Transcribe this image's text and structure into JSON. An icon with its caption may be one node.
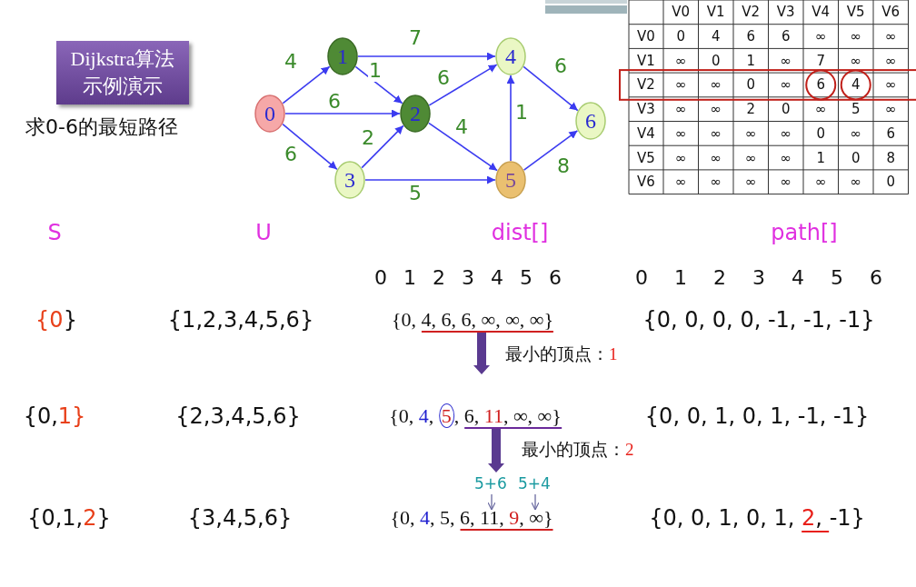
{
  "diagram": {
    "nodes": [
      {
        "text": [
          "Dijkstra算法示例演示"
        ]
      },
      {
        "text": [
          "0"
        ]
      },
      {
        "text": [
          "1"
        ]
      },
      {
        "text": [
          "2"
        ]
      },
      {
        "text": [
          "3"
        ]
      },
      {
        "text": [
          "4"
        ]
      },
      {
        "text": [
          "5"
        ]
      },
      {
        "text": [
          "6"
        ]
      },
      {
        "text": [
          "5+6"
        ]
      },
      {
        "text": [
          "5+4"
        ]
      },
      {
        "text": [
          "{0, 4, 6, 6, ∞, ∞, ∞}"
        ]
      },
      {
        "text": [
          "{0, 4, 5, 6, 11, ∞, ∞}"
        ]
      },
      {
        "text": [
          "{0, 4, 5, 6, 11, 9, ∞}"
        ]
      }
    ],
    "edges": [
      {
        "from": 1,
        "to": 2,
        "arrow": "to",
        "label": "4"
      },
      {
        "from": 1,
        "to": 3,
        "arrow": "to",
        "label": "6"
      },
      {
        "from": 1,
        "to": 4,
        "arrow": "to",
        "label": "6"
      },
      {
        "from": 2,
        "to": 3,
        "arrow": "to",
        "label": "1"
      },
      {
        "from": 2,
        "to": 5,
        "arrow": "to",
        "label": "7"
      },
      {
        "from": 4,
        "to": 3,
        "arrow": "to",
        "label": "2"
      },
      {
        "from": 4,
        "to": 6,
        "arrow": "to",
        "label": "5"
      },
      {
        "from": 3,
        "to": 5,
        "arrow": "to",
        "label": "6"
      },
      {
        "from": 3,
        "to": 6,
        "arrow": "to",
        "label": "4"
      },
      {
        "from": 6,
        "to": 5,
        "arrow": "to",
        "label": "1"
      },
      {
        "from": 5,
        "to": 7,
        "arrow": "to",
        "label": "6"
      },
      {
        "from": 6,
        "to": 7,
        "arrow": "to",
        "label": "8"
      },
      {
        "from": 8,
        "to": 12,
        "arrow": "to",
        "color": "#6a6aa0"
      },
      {
        "from": 9,
        "to": 12,
        "arrow": "to",
        "color": "#6a6aa0"
      },
      {
        "from": 10,
        "to": 11,
        "arrow": "to",
        "style": "thick",
        "color": "#5a3a90"
      },
      {
        "from": 11,
        "to": 12,
        "arrow": "to",
        "style": "thick",
        "color": "#5a3a90"
      }
    ],
    "labels": [
      "求0-6的最短路径",
      "V0",
      "V1",
      "V2",
      "V3",
      "V4",
      "V5",
      "V6",
      "V0",
      "0",
      "4",
      "6",
      "6",
      "∞",
      "∞",
      "∞",
      "V1",
      "∞",
      "0",
      "1",
      "∞",
      "7",
      "∞",
      "∞",
      "V2",
      "∞",
      "∞",
      "0",
      "∞",
      "6",
      "4",
      "∞",
      "V3",
      "∞",
      "∞",
      "2",
      "0",
      "∞",
      "5",
      "∞",
      "V4",
      "∞",
      "∞",
      "∞",
      "∞",
      "0",
      "∞",
      "6",
      "V5",
      "∞",
      "∞",
      "∞",
      "∞",
      "1",
      "0",
      "8",
      "V6",
      "∞",
      "∞",
      "∞",
      "∞",
      "∞",
      "∞",
      "0",
      "S",
      "U",
      "dist[]",
      "path[]",
      "0 1 2 3 4 5 6",
      "0 1 2 3 4 5 6",
      "{0}",
      "{1,2,3,4,5,6}",
      "{0, 0, 0, 0, -1, -1, -1}",
      "最小的顶点：1",
      "{0,1}",
      "{2,3,4,5,6}",
      "{0, 0, 1, 0, 1, -1, -1}",
      "最小的顶点：2",
      "{0,1,2}",
      "{3,4,5,6}",
      "{0, 0, 1, 0, 1, 2, -1}"
    ]
  }
}
